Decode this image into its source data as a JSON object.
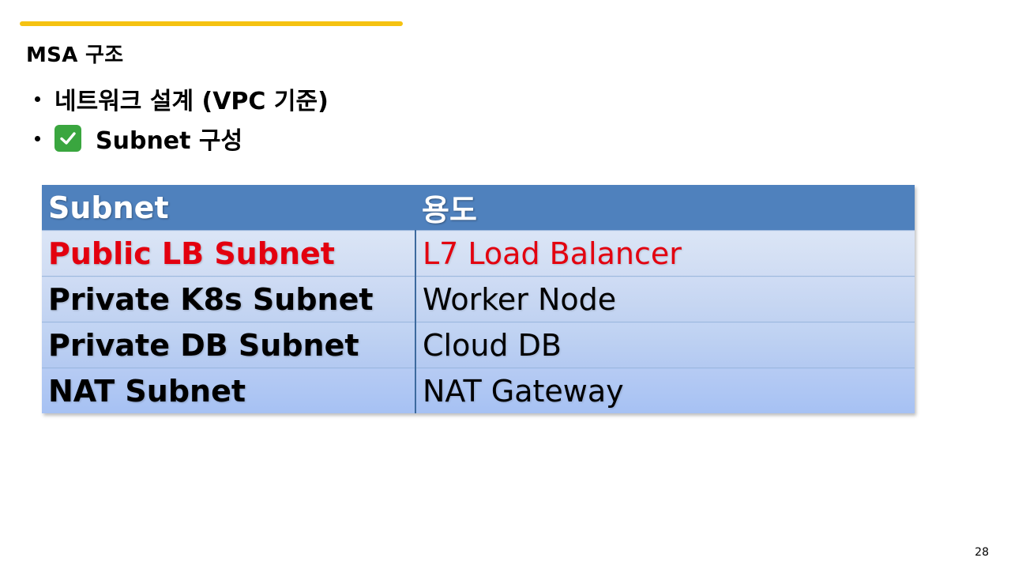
{
  "slide": {
    "section_title": "MSA 구조",
    "page_number": "28",
    "accent_color": "#f5c211"
  },
  "bullets": [
    {
      "text": "네트워크 설계 (VPC 기준)"
    },
    {
      "icon": "check-mark-icon",
      "text": "Subnet 구성"
    }
  ],
  "table": {
    "header_color": "#4f81bd",
    "highlight_color": "#e3000f",
    "columns": [
      "Subnet",
      "용도"
    ],
    "rows": [
      {
        "name": "Public LB Subnet",
        "use": "L7 Load Balancer",
        "highlighted": true
      },
      {
        "name": "Private K8s Subnet",
        "use": "Worker Node",
        "highlighted": false
      },
      {
        "name": "Private DB Subnet",
        "use": "Cloud DB",
        "highlighted": false
      },
      {
        "name": "NAT Subnet",
        "use": "NAT Gateway",
        "highlighted": false
      }
    ]
  }
}
